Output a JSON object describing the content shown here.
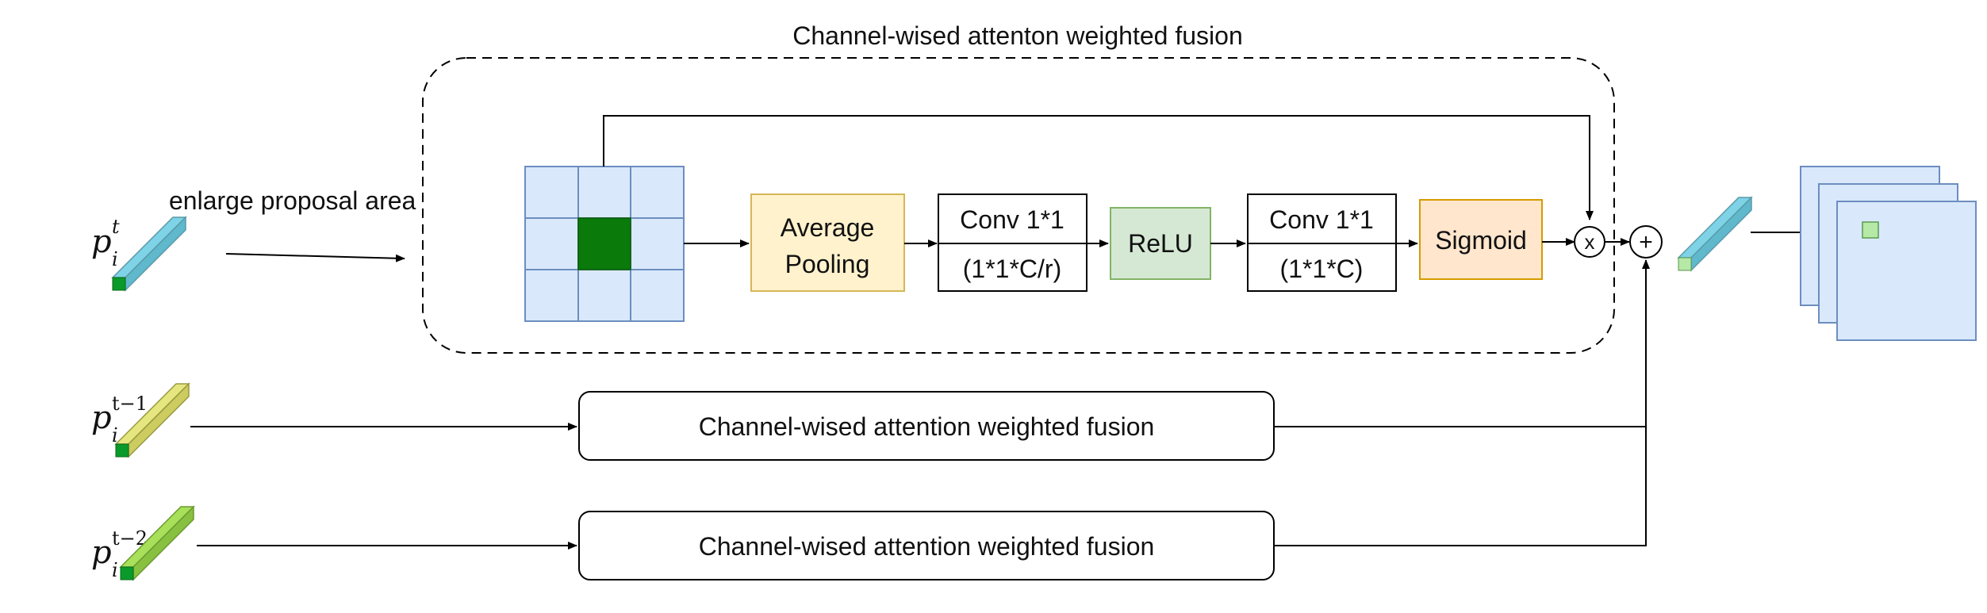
{
  "title": "Channel-wised attenton weighted fusion",
  "enlarge_label": "enlarge proposal area",
  "inputs": [
    {
      "base": "p",
      "sub": "i",
      "sup": "t"
    },
    {
      "base": "p",
      "sub": "i",
      "sup": "t−1"
    },
    {
      "base": "p",
      "sub": "i",
      "sup": "t−2"
    }
  ],
  "blocks": {
    "avg_pool": [
      "Average",
      "Pooling"
    ],
    "conv1": {
      "top": "Conv 1*1",
      "bottom": "(1*1*C/r)"
    },
    "relu": "ReLU",
    "conv2": {
      "top": "Conv 1*1",
      "bottom": "(1*1*C)"
    },
    "sigmoid": "Sigmoid",
    "multiply": "x",
    "add": "+"
  },
  "fusion_boxes": [
    "Channel-wised attention weighted fusion",
    "Channel-wised attention weighted fusion"
  ],
  "colors": {
    "grid_fill": "#dae8fc",
    "grid_center": "#0a7a0a",
    "avg_pool": "#fff2cc",
    "relu": "#d5e8d4",
    "sigmoid": "#ffe6cc",
    "cuboid_blue": "#7fd3e6",
    "cuboid_yellow": "#e6e680",
    "cuboid_green": "#a8e05a",
    "cuboid_tip": "#0a9a2a",
    "output_blue_tip": "#b6e8a6",
    "stack_fill": "#dae8fc"
  }
}
